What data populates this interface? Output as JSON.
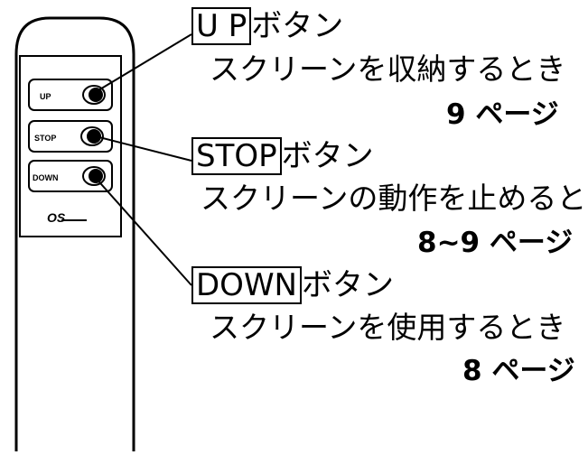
{
  "remote": {
    "up_label": "UP",
    "stop_label": "STOP",
    "down_label": "DOWN",
    "logo": "OS"
  },
  "callouts": [
    {
      "button": "U P",
      "suffix": "ボタン",
      "description": "スクリーンを収納するとき",
      "page": "9 ページ"
    },
    {
      "button": "STOP",
      "suffix": "ボタン",
      "description": "スクリーンの動作を止めるとき",
      "page": "8~9 ページ"
    },
    {
      "button": "DOWN",
      "suffix": "ボタン",
      "description": "スクリーンを使用するとき",
      "page": "8 ページ"
    }
  ]
}
